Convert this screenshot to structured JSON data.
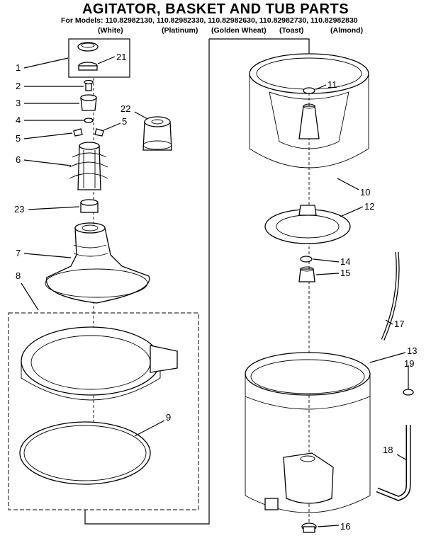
{
  "title": "AGITATOR, BASKET AND TUB PARTS",
  "models_line": "For Models: 110.82982130, 110.82982330, 110.82982630, 110.82982730, 110.82982830",
  "colors": [
    "(White)",
    "(Platinum)",
    "(Golden Wheat)",
    "(Toast)",
    "(Almond)"
  ],
  "callouts": [
    "1",
    "21",
    "2",
    "3",
    "4",
    "22",
    "5",
    "5",
    "6",
    "23",
    "7",
    "8",
    "9",
    "11",
    "10",
    "12",
    "14",
    "15",
    "17",
    "13",
    "19",
    "18",
    "16"
  ]
}
